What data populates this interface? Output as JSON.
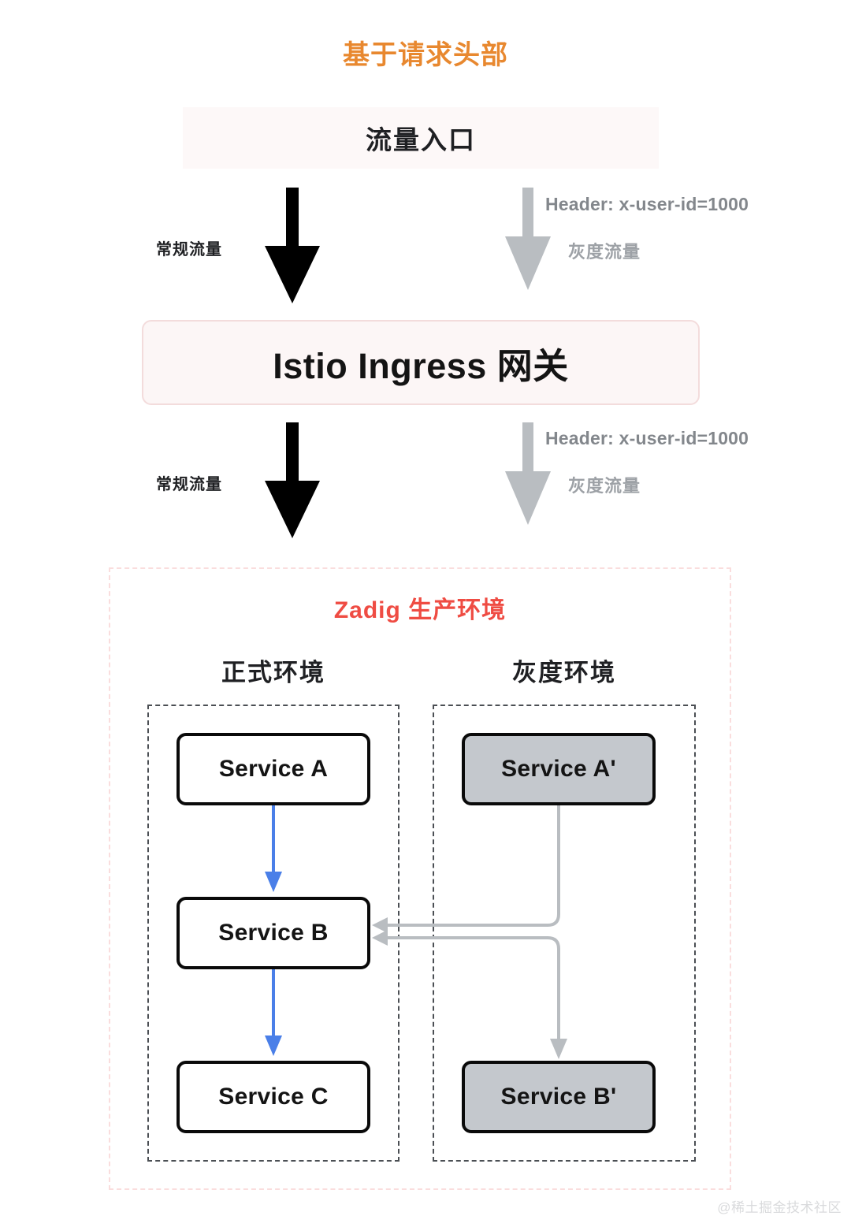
{
  "title": "基于请求头部",
  "traffic_entry": {
    "label": "流量入口"
  },
  "flows": [
    {
      "id": "entry-to-gateway",
      "normal_label": "常规流量",
      "gray_header": "Header: x-user-id=1000",
      "gray_label": "灰度流量"
    },
    {
      "id": "gateway-to-env",
      "normal_label": "常规流量",
      "gray_header": "Header: x-user-id=1000",
      "gray_label": "灰度流量"
    }
  ],
  "gateway": {
    "label": "Istio Ingress 网关"
  },
  "zadig": {
    "title": "Zadig 生产环境",
    "environments": [
      {
        "id": "prod",
        "header": "正式环境",
        "services": [
          {
            "id": "service-a",
            "label": "Service A",
            "style": "normal"
          },
          {
            "id": "service-b",
            "label": "Service B",
            "style": "normal"
          },
          {
            "id": "service-c",
            "label": "Service C",
            "style": "normal"
          }
        ]
      },
      {
        "id": "gray",
        "header": "灰度环境",
        "services": [
          {
            "id": "service-a-prime",
            "label": "Service A'",
            "style": "gray"
          },
          {
            "id": "service-b-prime",
            "label": "Service B'",
            "style": "gray"
          }
        ]
      }
    ]
  },
  "colors": {
    "title_orange": "#e8882f",
    "zadig_red": "#ef4c43",
    "normal_arrow": "#000000",
    "gray_arrow": "#b9bdc1",
    "blue_arrow": "#4a7fe8",
    "gray_service_fill": "#c4c8cd",
    "entry_fill": "#fdf8f8",
    "gateway_fill": "#fcf6f6",
    "gateway_border": "#f3dcdc",
    "zadig_border": "#fadddd",
    "env_border": "#4b4f54"
  },
  "watermark": "@稀土掘金技术社区"
}
